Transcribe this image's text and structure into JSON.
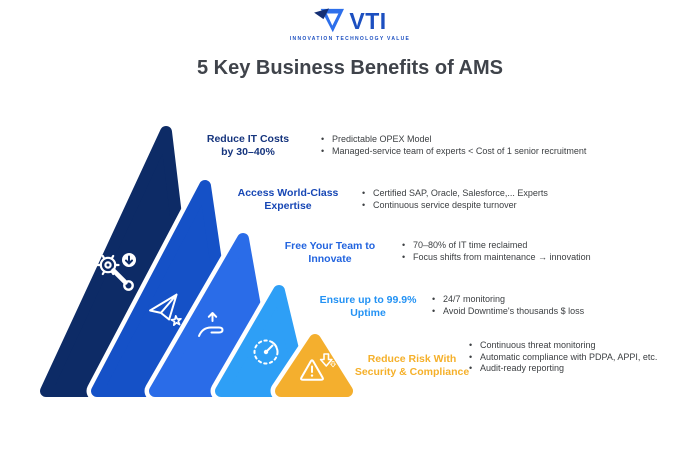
{
  "logo": {
    "name": "VTI",
    "tagline": "INNOVATION TECHNOLOGY VALUE"
  },
  "title": "5 Key Business Benefits of AMS",
  "colors": {
    "background": "#FFFFFF",
    "title_text": "#3F434A",
    "body_text": "#3D4043",
    "logo_blue": "#1C4FC0",
    "logo_navy": "#142F74",
    "logo_bright_blue": "#2D6FEB"
  },
  "benefits": [
    {
      "rank": 1,
      "heading_lines": [
        "Reduce IT Costs",
        "by 30–40%"
      ],
      "heading_color": "#16357E",
      "shape_color": "#0D2B66",
      "icon": "cost-reduction-gear-wrench-icon",
      "bullets": [
        "Predictable OPEX Model",
        "Managed-service team of experts < Cost of 1 senior recruitment"
      ]
    },
    {
      "rank": 2,
      "heading_lines": [
        "Access World-Class",
        "Expertise"
      ],
      "heading_color": "#1747B5",
      "shape_color": "#1551C7",
      "icon": "paper-plane-star-icon",
      "bullets": [
        "Certified SAP, Oracle, Salesforce,... Experts",
        "Continuous service despite turnover"
      ]
    },
    {
      "rank": 3,
      "heading_lines": [
        "Free Your Team to",
        "Innovate"
      ],
      "heading_color": "#2264DF",
      "shape_color": "#2A6CE8",
      "icon": "hand-growth-arrow-icon",
      "bullets": [
        "70–80% of IT time reclaimed",
        "Focus shifts from maintenance → innovation"
      ]
    },
    {
      "rank": 4,
      "heading_lines": [
        "Ensure up to 99.9%",
        "Uptime"
      ],
      "heading_color": "#2392F4",
      "shape_color": "#2E9FF6",
      "icon": "stopwatch-icon",
      "bullets": [
        "24/7 monitoring",
        "Avoid Downtime's thousands $ loss"
      ]
    },
    {
      "rank": 5,
      "heading_lines": [
        "Reduce Risk With",
        "Security & Compliance"
      ],
      "heading_color": "#F5B02A",
      "shape_color": "#F4AF2E",
      "icon": "warning-triangle-icon",
      "bullets": [
        "Continuous threat monitoring",
        "Automatic compliance with PDPA, APPI, etc.",
        "Audit-ready reporting"
      ]
    }
  ]
}
